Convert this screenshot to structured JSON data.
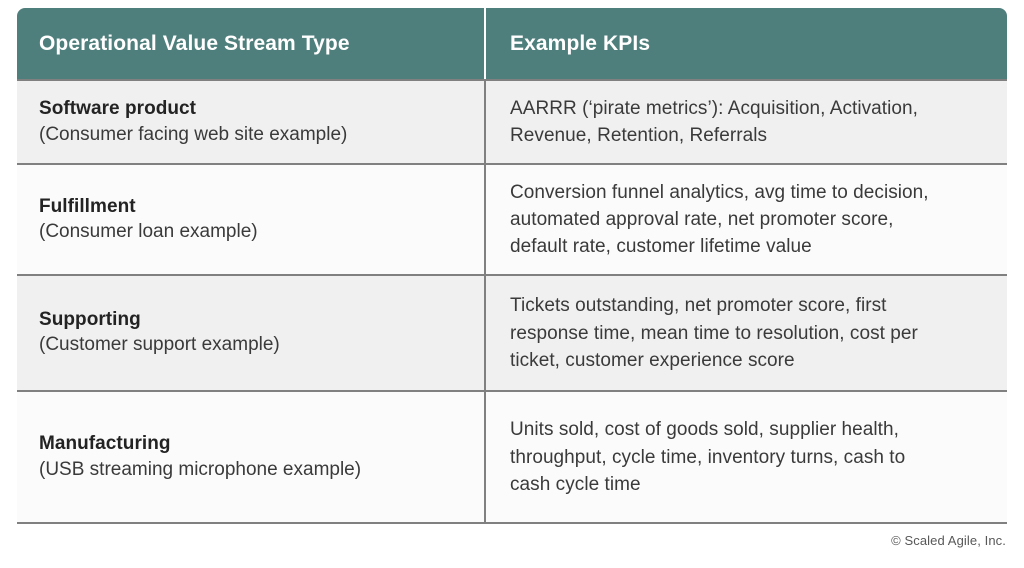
{
  "table": {
    "columns": [
      {
        "key": "type",
        "header": "Operational Value Stream Type"
      },
      {
        "key": "kpis",
        "header": "Example KPIs"
      }
    ],
    "header_bg": "#4f7f7c",
    "header_text_color": "#ffffff",
    "rows": [
      {
        "type_title": "Software product",
        "type_subtitle": "(Consumer facing web site example)",
        "kpis": "AARRR (‘pirate metrics’): Acquisition, Activation,\nRevenue, Retention, Referrals"
      },
      {
        "type_title": "Fulfillment",
        "type_subtitle": "(Consumer loan example)",
        "kpis": "Conversion funnel analytics, avg time to decision,\nautomated approval rate, net promoter score,\ndefault rate, customer lifetime value"
      },
      {
        "type_title": "Supporting",
        "type_subtitle": "(Customer support example)",
        "kpis": "Tickets outstanding, net promoter score, first\nresponse time, mean time to resolution, cost per\nticket, customer experience score"
      },
      {
        "type_title": "Manufacturing",
        "type_subtitle": "(USB streaming microphone example)",
        "kpis": "Units sold, cost of goods sold, supplier health,\nthroughput, cycle time, inventory turns, cash to\ncash cycle time"
      }
    ]
  },
  "footer": {
    "copyright": "© Scaled Agile, Inc."
  }
}
